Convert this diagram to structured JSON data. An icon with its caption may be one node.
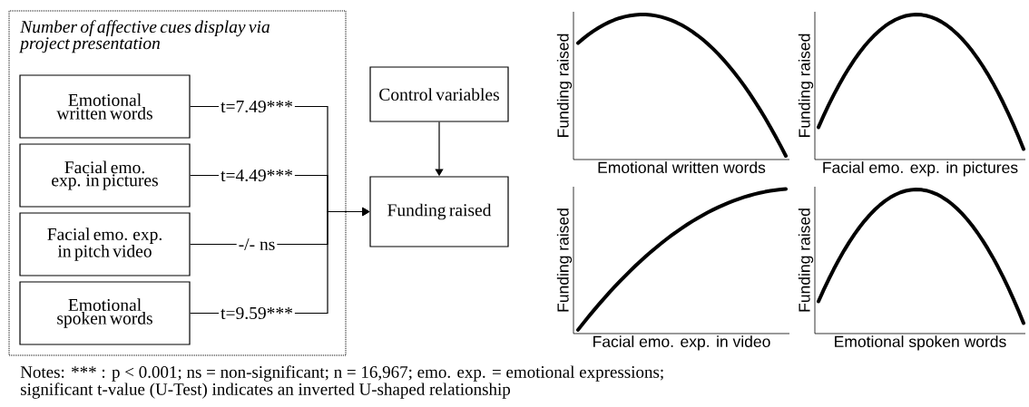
{
  "diagram": {
    "nodes": [
      {
        "text": [
          "Number of affective cues display via project presentation"
        ]
      },
      {
        "text": [
          "Emotional written words"
        ],
        "in": 0
      },
      {
        "text": [
          "Facial emo. exp. in pictures"
        ],
        "in": 0
      },
      {
        "text": [
          "Facial emo. exp. in pitch video"
        ],
        "in": 0
      },
      {
        "text": [
          "Emotional spoken words"
        ],
        "in": 0
      },
      {
        "text": [
          "Control variables"
        ]
      },
      {
        "text": [
          "Funding raised"
        ]
      }
    ],
    "edges": [
      {
        "from": 1,
        "to": 6,
        "arrow": "to",
        "label": "t=7.49***"
      },
      {
        "from": 2,
        "to": 6,
        "arrow": "to",
        "label": "t=4.49***"
      },
      {
        "from": 3,
        "to": 6,
        "arrow": "to",
        "label": "-/- ns"
      },
      {
        "from": 4,
        "to": 6,
        "arrow": "to",
        "label": "t=9.59***"
      },
      {
        "from": 5,
        "to": 6,
        "arrow": "to"
      }
    ],
    "labels": [
      "Funding raised",
      "Emotional written words",
      "Funding raised",
      "Facial emo. exp. in pictures",
      "Funding raised",
      "Facial emo. exp. in video",
      "Funding raised",
      "Emotional spoken words",
      "Notes: *** : p < 0.001; ns = non-significant; n = 16,967; emo. exp. = emotional expressions;",
      "significant t-value (U-Test) indicates an inverted U-shaped relationship"
    ]
  }
}
